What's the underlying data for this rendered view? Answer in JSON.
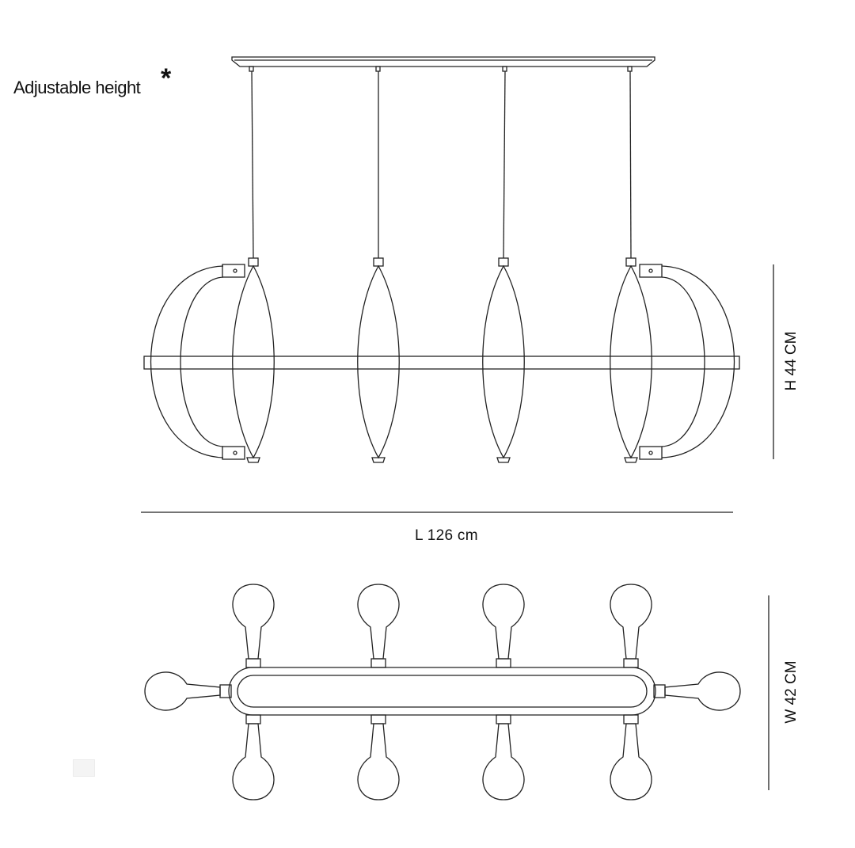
{
  "labels": {
    "adjustable_height": "Adjustable height",
    "asterisk": "*",
    "length": "L 126 cm",
    "height": "H  44 CM",
    "width": "W 42 CM"
  },
  "colors": {
    "line": "#222222",
    "background": "#ffffff"
  },
  "views": {
    "front": {
      "pendant_count": 4
    },
    "top": {
      "globe_count": 10
    }
  }
}
